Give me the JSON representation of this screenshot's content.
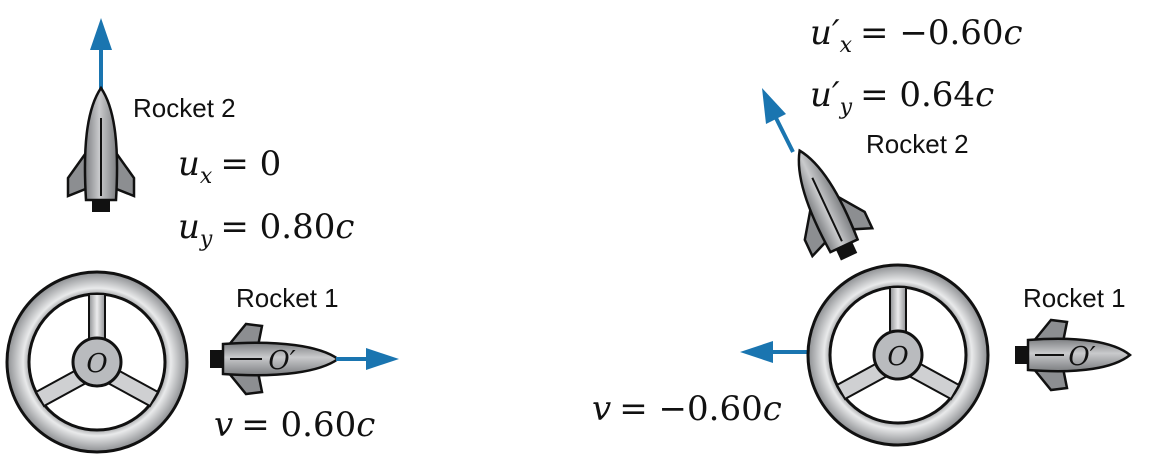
{
  "left": {
    "rocket2_label": "Rocket 2",
    "rocket1_label": "Rocket 1",
    "ux_var": "u",
    "ux_sub": "x",
    "ux_eq": "= 0",
    "uy_var": "u",
    "uy_sub": "y",
    "uy_eq": "= 0.80",
    "uy_c": "c",
    "v_var": "v",
    "v_eq": "= 0.60",
    "v_c": "c",
    "origin_O": "O",
    "origin_Oprime": "O′"
  },
  "right": {
    "rocket2_label": "Rocket 2",
    "rocket1_label": "Rocket 1",
    "ux_var": "u′",
    "ux_sub": "x",
    "ux_eq": "= −0.60",
    "ux_c": "c",
    "uy_var": "u′",
    "uy_sub": "y",
    "uy_eq": "= 0.64",
    "uy_c": "c",
    "v_var": "v",
    "v_eq": "= −0.60",
    "v_c": "c",
    "origin_O": "O",
    "origin_Oprime": "O′"
  },
  "colors": {
    "arrow": "#1a75b0",
    "metal": "#a7a9ac",
    "outline": "#111111"
  }
}
